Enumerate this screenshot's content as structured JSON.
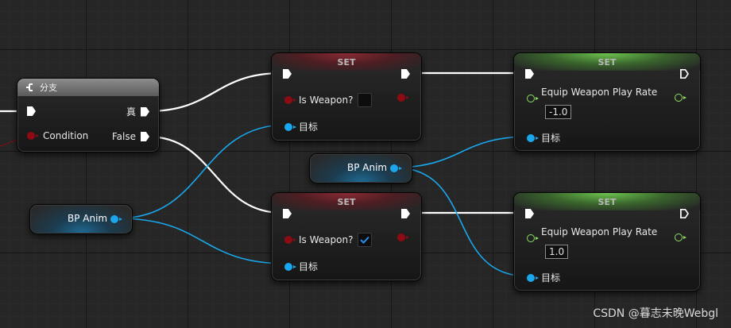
{
  "branch_node": {
    "title": "分支",
    "true_label": "真",
    "condition_label": "Condition",
    "false_label": "False"
  },
  "set_nodes": [
    {
      "title": "SET",
      "is_weapon_label": "Is Weapon?",
      "is_weapon_checked": false,
      "target_label": "目标"
    },
    {
      "title": "SET",
      "is_weapon_label": "Is Weapon?",
      "is_weapon_checked": true,
      "target_label": "目标"
    }
  ],
  "equip_nodes": [
    {
      "title": "SET",
      "rate_label": "Equip Weapon Play Rate",
      "rate_value": "-1.0",
      "target_label": "目标"
    },
    {
      "title": "SET",
      "rate_label": "Equip Weapon Play Rate",
      "rate_value": "1.0",
      "target_label": "目标"
    }
  ],
  "getters": [
    {
      "label": "BP Anim"
    },
    {
      "label": "BP Anim"
    }
  ],
  "colors": {
    "exec_wire": "#ffffff",
    "object_wire": "#1aa7ec",
    "bool_pin": "#8e0b13",
    "float_pin": "#8ee063",
    "set_bool_header": "#8a2a33",
    "set_float_header": "#6ec44f"
  },
  "watermark": "CSDN @暮志未晚Webgl"
}
